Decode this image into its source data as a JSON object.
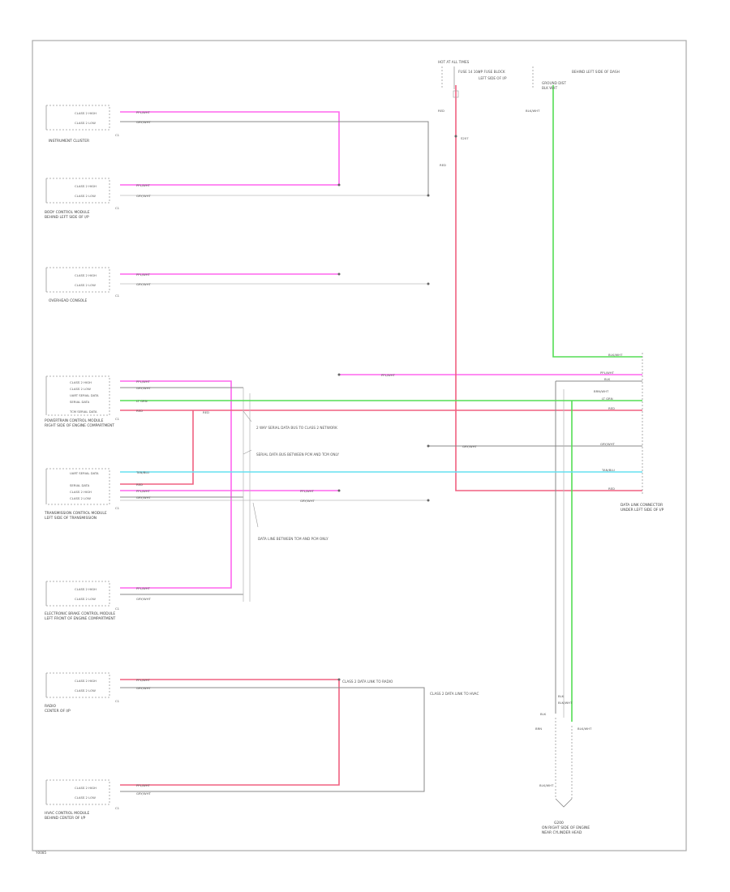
{
  "footer_code": "Y0085",
  "colors": {
    "pink": "#ff66ee",
    "red": "#f06080",
    "green": "#55dd55",
    "cyan": "#66e0f0",
    "gray": "#888888",
    "lightgray": "#bbbbbb",
    "border": "#aaaaaa"
  },
  "fuse": {
    "header": "HOT AT ALL TIMES",
    "fuse_name": "FUSE 14 10A",
    "wire": "RED",
    "splice": "S207",
    "panel": "I/P FUSE BLOCK",
    "location": "LEFT SIDE OF I/P"
  },
  "ground_source": {
    "title": "BEHIND LEFT SIDE OF DASH",
    "sub": "BLK WHT",
    "name": "GROUND DIST"
  },
  "modules": {
    "instrument_cluster": {
      "title": "INSTRUMENT CLUSTER",
      "pin1": "CLASS 2 HIGH",
      "pin2": "CLASS 2 LOW",
      "c": "C1"
    },
    "body_control": {
      "title": "BODY CONTROL MODULE",
      "sub": "BEHIND LEFT SIDE OF I/P",
      "pin1": "CLASS 2 HIGH",
      "pin2": "CLASS 2 LOW",
      "c": "C1"
    },
    "overhead": {
      "title": "OVERHEAD CONSOLE",
      "pin1": "CLASS 2 HIGH",
      "pin2": "CLASS 2 LOW",
      "c": "C1"
    },
    "powertrain": {
      "title": "POWERTRAIN CONTROL MODULE",
      "sub": "RIGHT SIDE OF ENGINE COMPARTMENT",
      "pins": [
        "CLASS 2 HIGH",
        "CLASS 2 LOW",
        "UART SERIAL DATA",
        "SERIAL DATA",
        "TCM SERIAL DATA"
      ],
      "c": "C1"
    },
    "transmission": {
      "title": "TRANSMISSION CONTROL MODULE",
      "sub": "LEFT SIDE OF TRANSMISSION",
      "pins": [
        "UART SERIAL DATA",
        "SERIAL DATA",
        "CLASS 2 HIGH",
        "CLASS 2 LOW"
      ],
      "c": "C1"
    },
    "electronic_brake": {
      "title": "ELECTRONIC BRAKE CONTROL MODULE",
      "sub": "LEFT FRONT OF ENGINE COMPARTMENT",
      "pin1": "CLASS 2 HIGH",
      "pin2": "CLASS 2 LOW",
      "c": "C1"
    },
    "radio": {
      "title": "RADIO",
      "sub": "CENTER OF I/P",
      "pin1": "CLASS 2 HIGH",
      "pin2": "CLASS 2 LOW",
      "c": "C1"
    },
    "hvac": {
      "title": "HVAC CONTROL MODULE",
      "sub": "BEHIND CENTER OF I/P",
      "pin1": "CLASS 2 HIGH",
      "pin2": "CLASS 2 LOW",
      "c": "C1"
    }
  },
  "wire_labels": {
    "pink": "PPL/WHT",
    "gray": "GRY/WHT",
    "green": "LT GRN",
    "red": "RED",
    "cyan": "TAN/BLU",
    "pink_center": "PPL/WHT",
    "gray_center": "GRY/WHT",
    "red_short": "RED",
    "fuse_to_dlc": "RED",
    "gnd_green": "BLK/WHT"
  },
  "notes": {
    "note1": "2 WAY SERIAL DATA BUS TO CLASS 2 NETWORK",
    "note2": "SERIAL DATA BUS BETWEEN PCM AND TCM ONLY",
    "note3": "DATA LINE BETWEEN TCM AND PCM ONLY",
    "note4": "CLASS 2 DATA LINK TO RADIO",
    "note5": "CLASS 2 DATA LINK TO HVAC"
  },
  "dlc": {
    "title": "DATA LINK CONNECTOR",
    "sub": "UNDER LEFT SIDE OF I/P",
    "pins": [
      "BLK/WHT",
      "PPL/WHT",
      "BLK",
      "BRN/WHT",
      "LT GRN",
      "RED",
      "GRY/WHT",
      "TAN/BLU",
      "RED"
    ]
  },
  "ground": {
    "title": "G200",
    "sub": "ON RIGHT SIDE OF ENGINE",
    "location": "NEAR CYLINDER HEAD",
    "wire1": "BLK",
    "wire2": "BLK/WHT",
    "w1": "BLK",
    "w2": "BRN",
    "w3": "BLK/WHT"
  }
}
